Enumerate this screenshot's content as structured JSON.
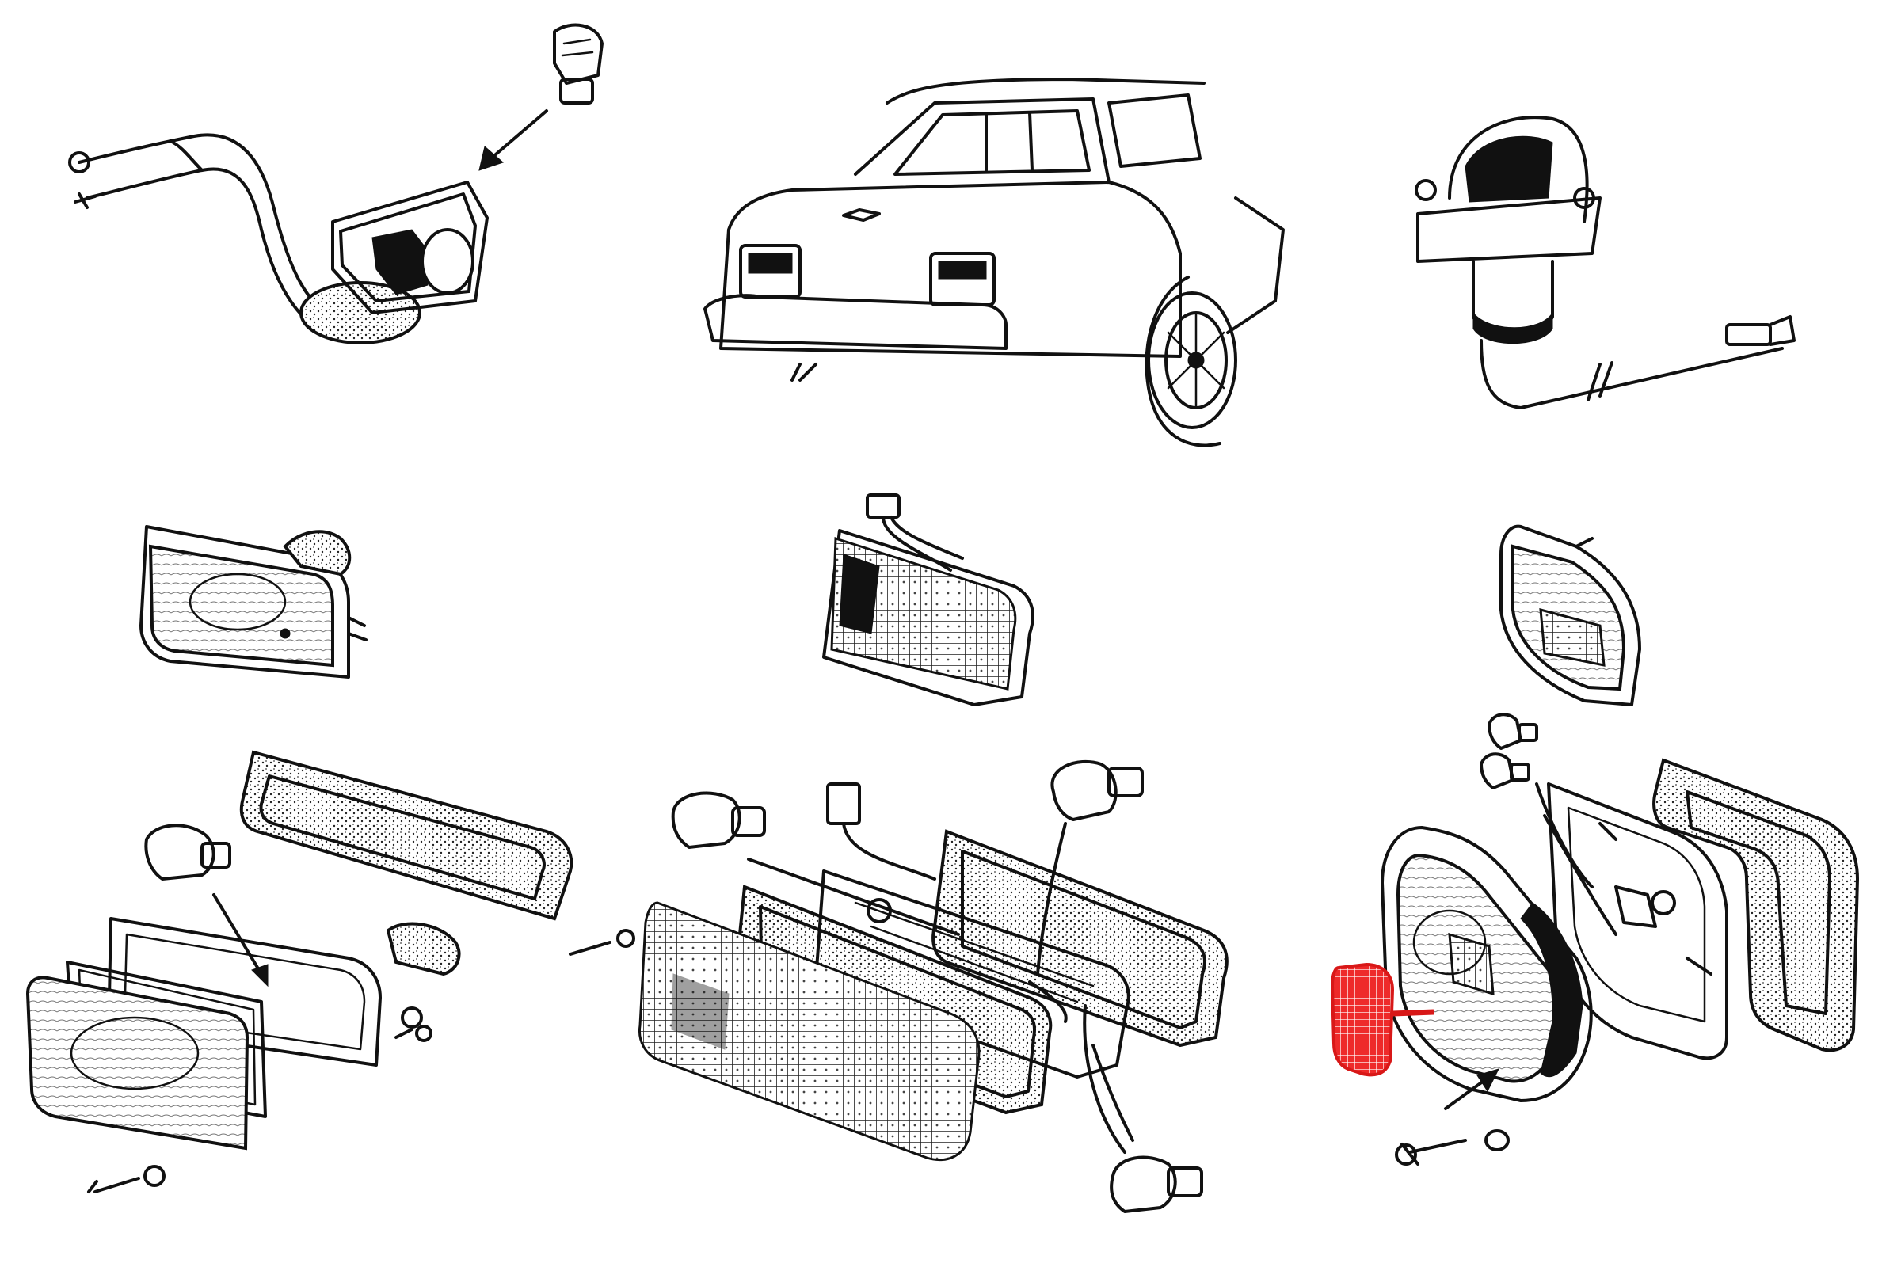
{
  "image": {
    "highlight_color": "#e02020",
    "ink_color": "#111111",
    "background_color": "#ffffff"
  },
  "parts": [
    {
      "name": "number-plate-lamp-with-cable",
      "highlighted": false
    },
    {
      "name": "car-rear-view",
      "highlighted": false
    },
    {
      "name": "reversing-lamp-assembly",
      "highlighted": false
    },
    {
      "name": "front-indicator-lamp",
      "highlighted": false
    },
    {
      "name": "rear-combination-lamp",
      "highlighted": false
    },
    {
      "name": "side-marker-lamp",
      "highlighted": false
    },
    {
      "name": "front-indicator-exploded",
      "highlighted": false
    },
    {
      "name": "rear-lamp-exploded",
      "highlighted": false
    },
    {
      "name": "side-lamp-exploded",
      "highlighted": false
    },
    {
      "name": "red-reflector",
      "highlighted": true
    }
  ]
}
